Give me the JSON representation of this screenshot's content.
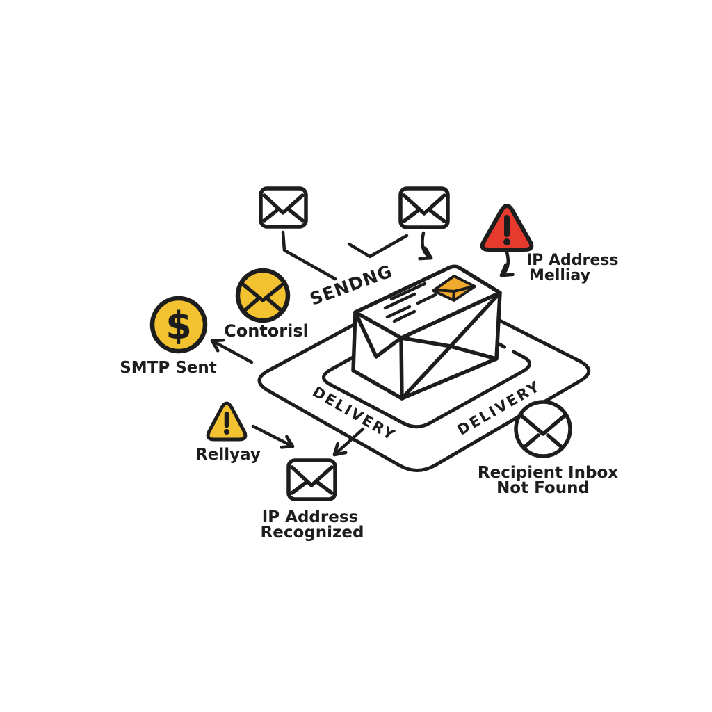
{
  "diagram": {
    "background": "#ffffff",
    "ink": "#1d1d1d",
    "colors": {
      "yellow": "#f2c230",
      "red": "#e73a2e",
      "stamp": "#f0ab2e",
      "white": "#ffffff"
    },
    "coin": {
      "symbol": "$"
    },
    "icons": {
      "top_left": "envelope-icon",
      "top_right": "envelope-icon",
      "alert_top": "red-warning-triangle-icon",
      "alert_left": "yellow-warning-triangle-icon",
      "coin": "dollar-coin-icon",
      "contorisl": "envelope-circle-icon",
      "recipient": "envelope-circle-icon",
      "bottom": "envelope-icon",
      "parcel": "isometric-envelope-parcel"
    },
    "labels": {
      "sending": "SENDNG",
      "delivery_left": "DELIVERY",
      "delivery_right": "DELIVERY",
      "ip_relay_line1": "IP Address",
      "ip_relay_line2": "Melliay",
      "smtp_sent": "SMTP Sent",
      "contorisl": "Contorisl",
      "relay": "Rellyay",
      "recognized_line1": "IP Address",
      "recognized_line2": "Recognized",
      "recipient_line1": "Recipient Inbox",
      "recipient_line2": "Not Found"
    }
  }
}
